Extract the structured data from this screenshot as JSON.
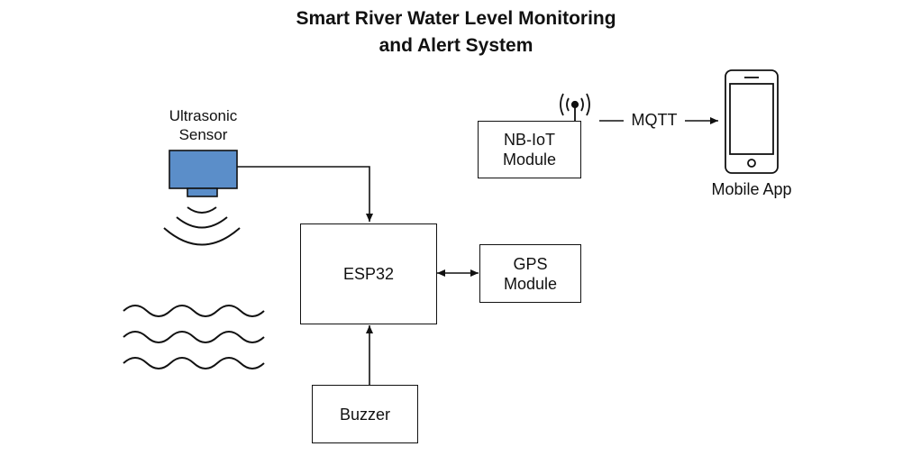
{
  "title": {
    "line1": "Smart River Water Level Monitoring",
    "line2": "and Alert System"
  },
  "sensor": {
    "line1": "Ultrasonic",
    "line2": "Sensor",
    "color": "#5b8ec9"
  },
  "esp32": {
    "label": "ESP32"
  },
  "nbiot": {
    "line1": "NB-IoT",
    "line2": "Module"
  },
  "gps": {
    "line1": "GPS",
    "line2": "Module"
  },
  "buzzer": {
    "label": "Buzzer"
  },
  "mqtt": {
    "label": "MQTT"
  },
  "mobile": {
    "label": "Mobile App"
  },
  "icons": [
    "ultrasonic-sensor-icon",
    "sound-wave-icon",
    "antenna-icon",
    "smartphone-icon",
    "water-waves-icon"
  ]
}
